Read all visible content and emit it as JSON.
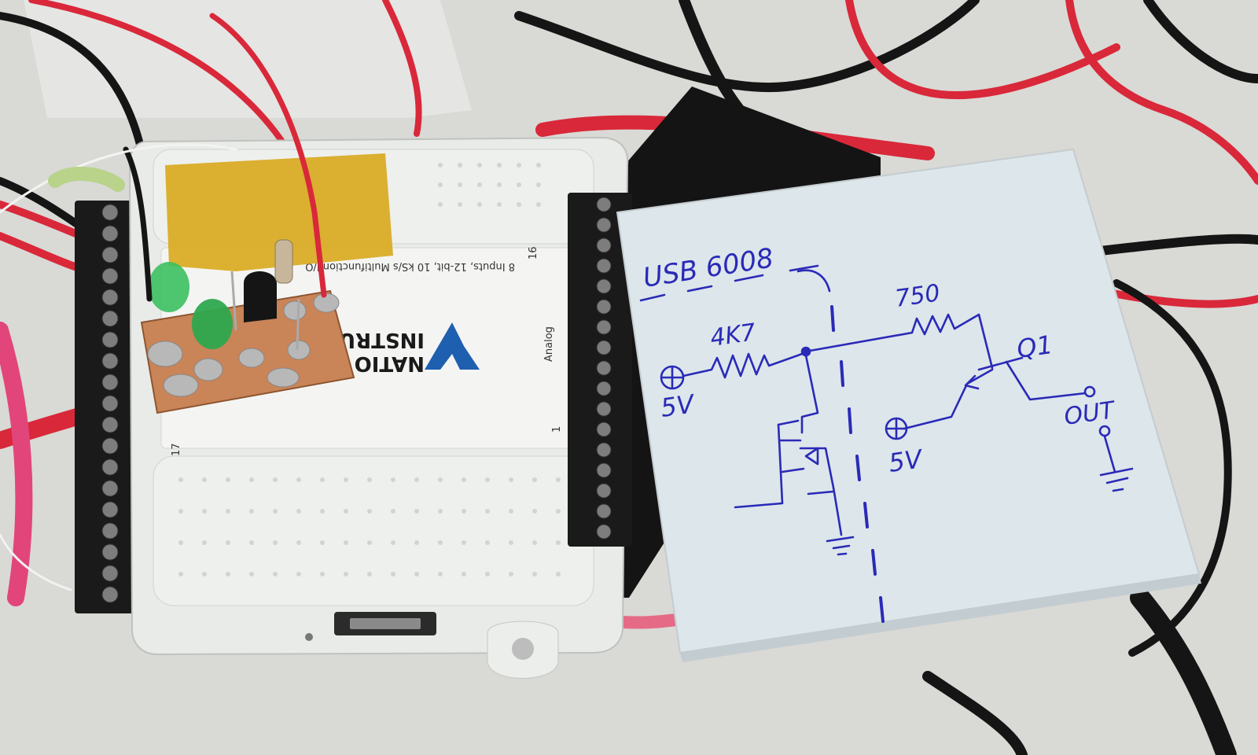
{
  "device": {
    "brand_line1": "NATIO",
    "brand_line2": "INSTRU",
    "spec_text": "8 Inputs, 12-bit, 10 kS/s Multifunction I/O",
    "pin_top": "16",
    "pin_bottom": "1",
    "pin_left": "17",
    "section": "Analog"
  },
  "sketch": {
    "title": "USB 6008",
    "r1": "4K7",
    "r2": "750",
    "transistor": "Q1",
    "supply_left": "5V",
    "supply_mid": "5V",
    "output": "OUT"
  },
  "colors": {
    "wire_red": "#d9283a",
    "wire_black": "#151515",
    "device_body": "#e9ebe8",
    "ink": "#2a2ab8",
    "tape": "#d9a91f",
    "pcb": "#c98458",
    "led": "#3cc060",
    "brand_blue": "#1f5fb0"
  }
}
